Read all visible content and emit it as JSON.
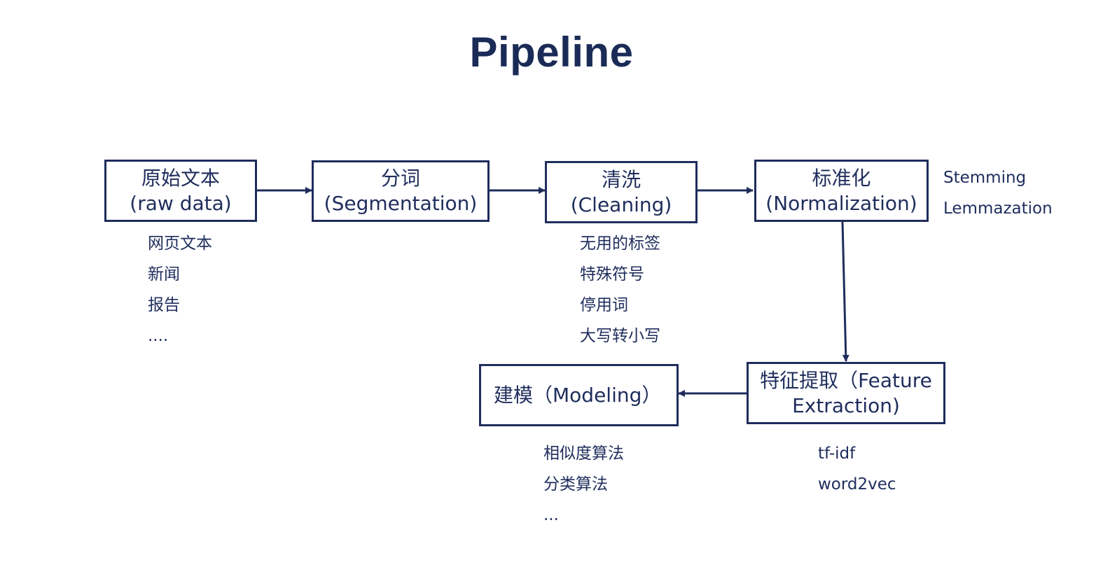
{
  "title": "Pipeline",
  "boxes": {
    "raw": {
      "line1": "原始文本",
      "line2": "(raw data)"
    },
    "seg": {
      "line1": "分词",
      "line2": "(Segmentation)"
    },
    "clean": {
      "line1": "清洗",
      "line2": "(Cleaning)"
    },
    "norm": {
      "line1": "标准化",
      "line2": "(Normalization)"
    },
    "feat": {
      "line1": "特征提取（Feature",
      "line2": "Extraction)"
    },
    "model": {
      "line1": "建模（Modeling）"
    }
  },
  "notes": {
    "raw": [
      "网页文本",
      "新闻",
      "报告",
      "...."
    ],
    "clean": [
      "无用的标签",
      "特殊符号",
      "停用词",
      "大写转小写"
    ],
    "norm": [
      "Stemming",
      "Lemmazation"
    ],
    "feat": [
      "tf-idf",
      "word2vec"
    ],
    "model": [
      "相似度算法",
      "分类算法",
      "..."
    ]
  },
  "colors": {
    "primary": "#1f2d5c",
    "title": "#1b2b57"
  }
}
